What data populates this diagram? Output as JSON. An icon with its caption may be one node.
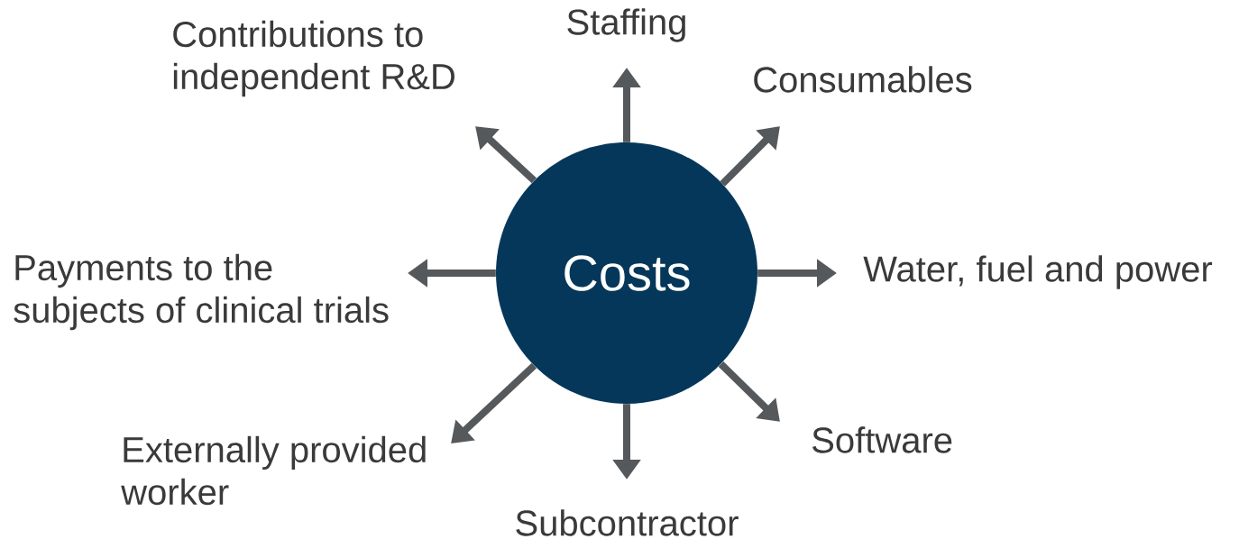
{
  "diagram": {
    "nodes": [
      {
        "text": [
          "Costs"
        ]
      },
      {
        "text": [
          "Staffing"
        ]
      },
      {
        "text": [
          "Consumables"
        ]
      },
      {
        "text": [
          "Water, fuel and power"
        ]
      },
      {
        "text": [
          "Software"
        ]
      },
      {
        "text": [
          "Subcontractor"
        ]
      },
      {
        "text": [
          "Externally provided worker"
        ]
      },
      {
        "text": [
          "Payments to the subjects of clinical trials"
        ]
      },
      {
        "text": [
          "Contributions to independent R&D"
        ]
      }
    ],
    "edges": [
      {
        "from": 0,
        "to": 1,
        "arrow": "to"
      },
      {
        "from": 0,
        "to": 2,
        "arrow": "to"
      },
      {
        "from": 0,
        "to": 3,
        "arrow": "to"
      },
      {
        "from": 0,
        "to": 4,
        "arrow": "to"
      },
      {
        "from": 0,
        "to": 5,
        "arrow": "to"
      },
      {
        "from": 0,
        "to": 6,
        "arrow": "to"
      },
      {
        "from": 0,
        "to": 7,
        "arrow": "to"
      },
      {
        "from": 0,
        "to": 8,
        "arrow": "to"
      }
    ]
  }
}
